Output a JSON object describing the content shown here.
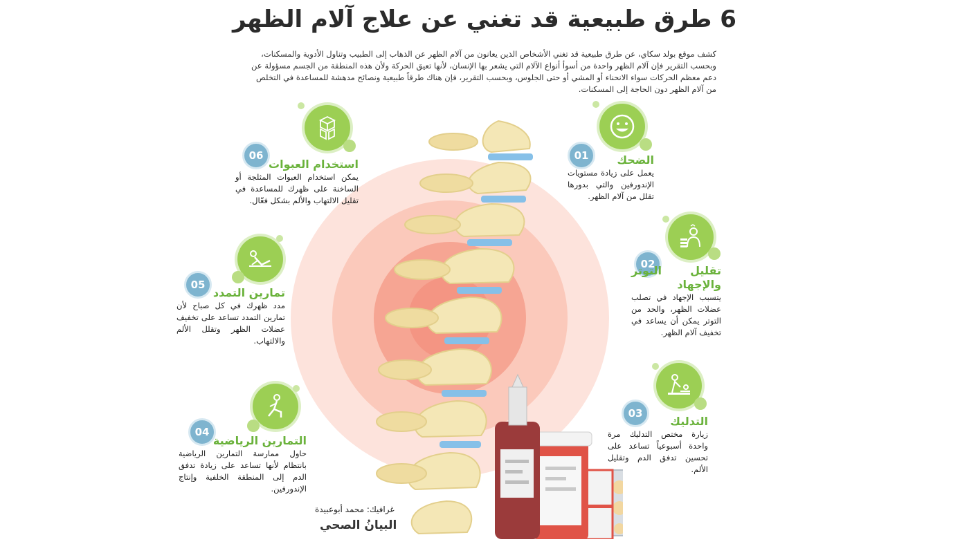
{
  "title": "6 طرق طبيعية قد تغني عن علاج آلام الظهر",
  "intro": "كشف موقع بولد سكاي، عن طرق طبيعية قد تغني الأشخاص الذين يعانون من آلام الظهر عن الذهاب إلى الطبيب وتناول الأدوية والمسكنات، وبحسب التقرير فإن آلام الظهر واحدة من أسوأ أنواع الآلام التي يشعر بها الإنسان، لأنها تعيق الحركة ولأن هذه المنطقة من الجسم مسؤولة عن دعم معظم الحركات سواء الانحناء أو المشي أو حتى الجلوس، وبحسب التقرير، فإن هناك طرقاً طبيعية ونصائح مدهشة للمساعدة في التخلص من آلام الظهر دون الحاجة إلى المسكنات.",
  "items": [
    {
      "num": "01",
      "icon": "laughing-face-icon",
      "title": "الضحك",
      "text": "يعمل على زيادة مستويات الإندورفين والتي بدورها تقلل من آلام الظهر."
    },
    {
      "num": "02",
      "icon": "stressed-worker-icon",
      "title": "تقليل التوتر والإجهاد",
      "text": "يتسبب الإجهاد في تصلب عضلات الظهر، والحد من التوتر يمكن أن يساعد في تخفيف آلام الظهر."
    },
    {
      "num": "03",
      "icon": "massage-icon",
      "title": "التدليك",
      "text": "زيارة مختص التدليك مرة واحدة أسبوعياً تساعد على تحسين تدفق الدم وتقليل الألم."
    },
    {
      "num": "04",
      "icon": "exercise-icon",
      "title": "التمارين الرياضية",
      "text": "حاول ممارسة التمارين الرياضية بانتظام لأنها تساعد على زيادة تدفق الدم إلى المنطقة الخلفية وإنتاج الإندورفين."
    },
    {
      "num": "05",
      "icon": "stretching-icon",
      "title": "تمارين التمدد",
      "text": "مدد ظهرك في كل صباح لأن تمارين التمدد تساعد على تخفيف عضلات الظهر وتقلل الألم والالتهاب."
    },
    {
      "num": "06",
      "icon": "ice-cubes-icon",
      "title": "استخدام العبوات",
      "text": "يمكن استخدام العبوات المثلجة أو الساخنة على ظهرك للمساعدة في تقليل الالتهاب والألم بشكل فعّال."
    }
  ],
  "credit": "غرافيك: محمد أبوعبيدة",
  "logo": "البيانُ الصحي",
  "colors": {
    "green": "#6ab23b",
    "badge_blue": "#7eb4cf",
    "icon_green": "#9ccf54"
  }
}
